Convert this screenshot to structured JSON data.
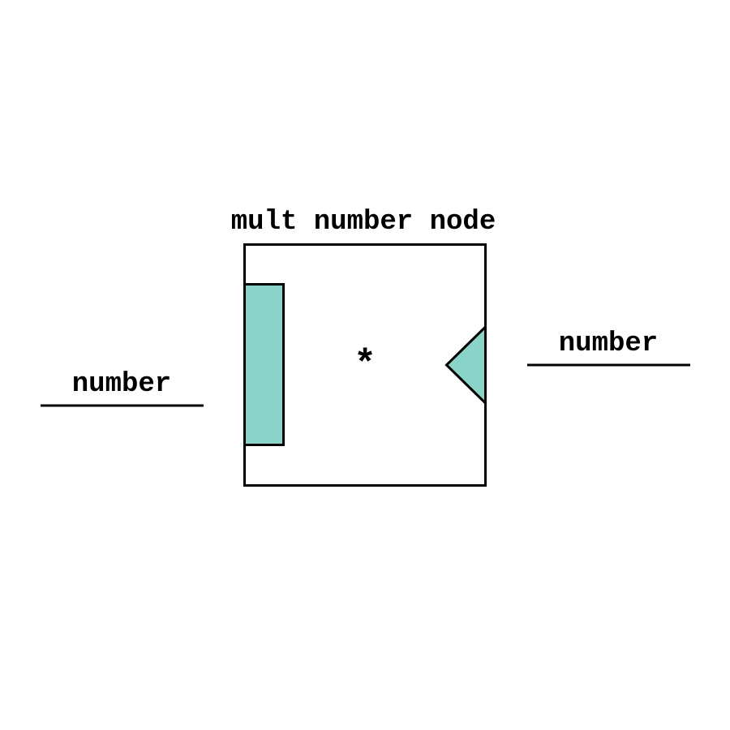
{
  "node": {
    "title": "mult number node",
    "operator": "*"
  },
  "input_port": {
    "label": "number"
  },
  "output_port": {
    "label": "number"
  },
  "colors": {
    "port_fill": "#8ad3c8",
    "stroke": "#000000",
    "background": "#ffffff"
  }
}
